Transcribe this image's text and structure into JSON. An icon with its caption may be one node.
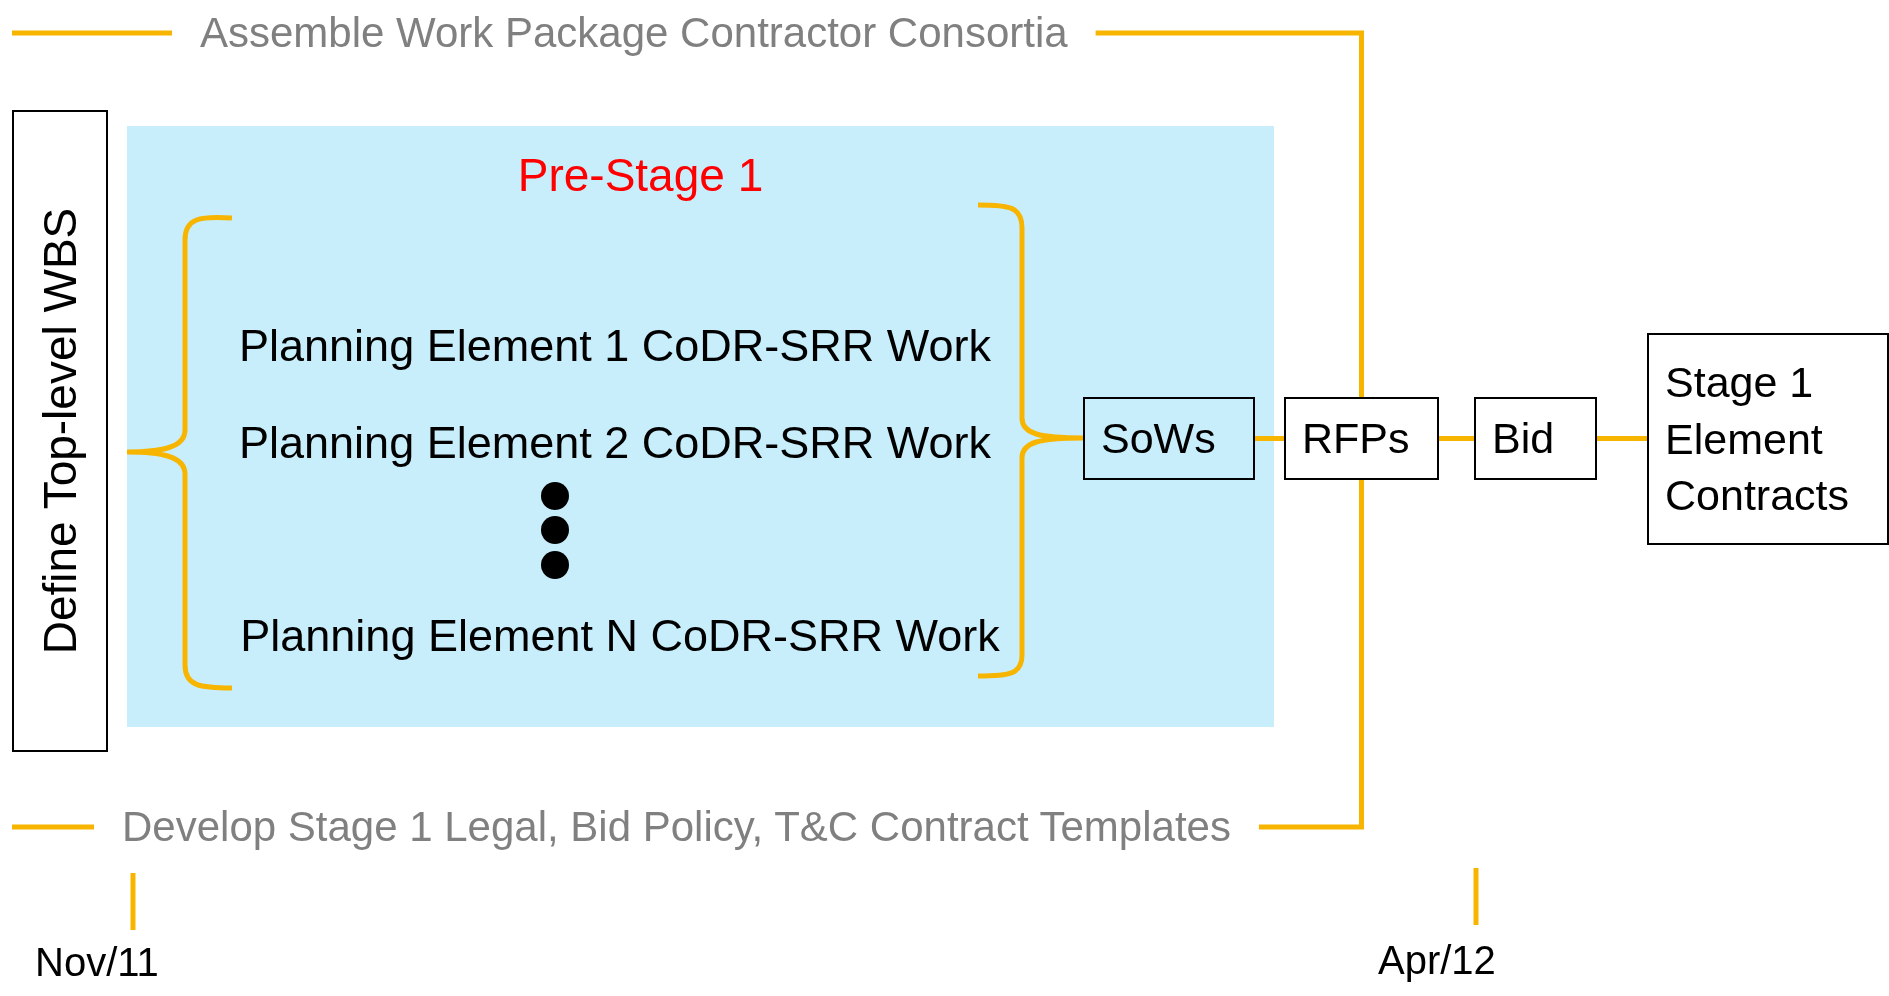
{
  "diagram": {
    "nodes": [
      {
        "text": [
          "Define Top-level WBS"
        ]
      },
      {
        "text": [
          "Pre-Stage 1"
        ]
      },
      {
        "text": [
          "Planning Element 1 CoDR-SRR Work"
        ],
        "in": 1
      },
      {
        "text": [
          "Planning Element 2 CoDR-SRR Work"
        ],
        "in": 1
      },
      {
        "text": [
          "Planning Element N CoDR-SRR Work"
        ],
        "in": 1
      },
      {
        "text": [
          "SoWs"
        ],
        "in": 1
      },
      {
        "text": [
          "RFPs"
        ]
      },
      {
        "text": [
          "Bid"
        ]
      },
      {
        "text": [
          "Stage 1 Element Contracts"
        ]
      },
      {
        "text": [
          "Assemble Work Package Contractor Consortia"
        ]
      },
      {
        "text": [
          "Develop Stage 1 Legal, Bid Policy, T&C Contract Templates"
        ]
      }
    ],
    "edges": [
      {
        "from": 5,
        "to": 6,
        "arrow": "none"
      },
      {
        "from": 6,
        "to": 7,
        "arrow": "none"
      },
      {
        "from": 7,
        "to": 8,
        "arrow": "none"
      },
      {
        "from": null,
        "to": 9,
        "arrow": "none"
      },
      {
        "from": 9,
        "to": 6,
        "arrow": "none"
      },
      {
        "from": null,
        "to": 10,
        "arrow": "none"
      },
      {
        "from": 10,
        "to": 6,
        "arrow": "none"
      }
    ],
    "labels": [
      "Nov/11",
      "Apr/12"
    ]
  }
}
